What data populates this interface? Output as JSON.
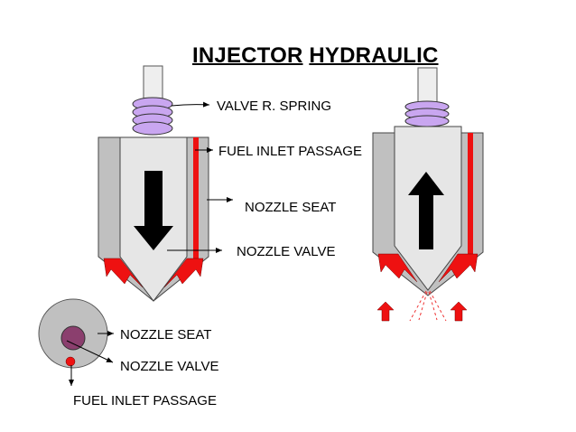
{
  "title": {
    "word1": "INJECTOR",
    "word2": "HYDRAULIC"
  },
  "labels": {
    "valve_spring": "VALVE R. SPRING",
    "fuel_inlet_passage": "FUEL INLET PASSAGE",
    "nozzle_seat": "NOZZLE  SEAT",
    "nozzle_valve": "NOZZLE VALVE",
    "section_nozzle_seat": "NOZZLE SEAT",
    "section_nozzle_valve": "NOZZLE VALVE",
    "section_fuel_inlet_passage": "FUEL INLET PASSAGE"
  },
  "colors": {
    "body_gray": "#c0c0c0",
    "inner_gray": "#e6e6e6",
    "stem_gray": "#eeeeee",
    "spring_purple": "#c9a6f0",
    "fuel_red": "#ee1111",
    "valve_dot": "#8b3f6e",
    "arrow_black": "#000000"
  },
  "icons": {
    "left_flow_arrow": "down-arrow",
    "right_flow_arrow": "up-arrow",
    "pressure_arrows": "up-arrow"
  }
}
